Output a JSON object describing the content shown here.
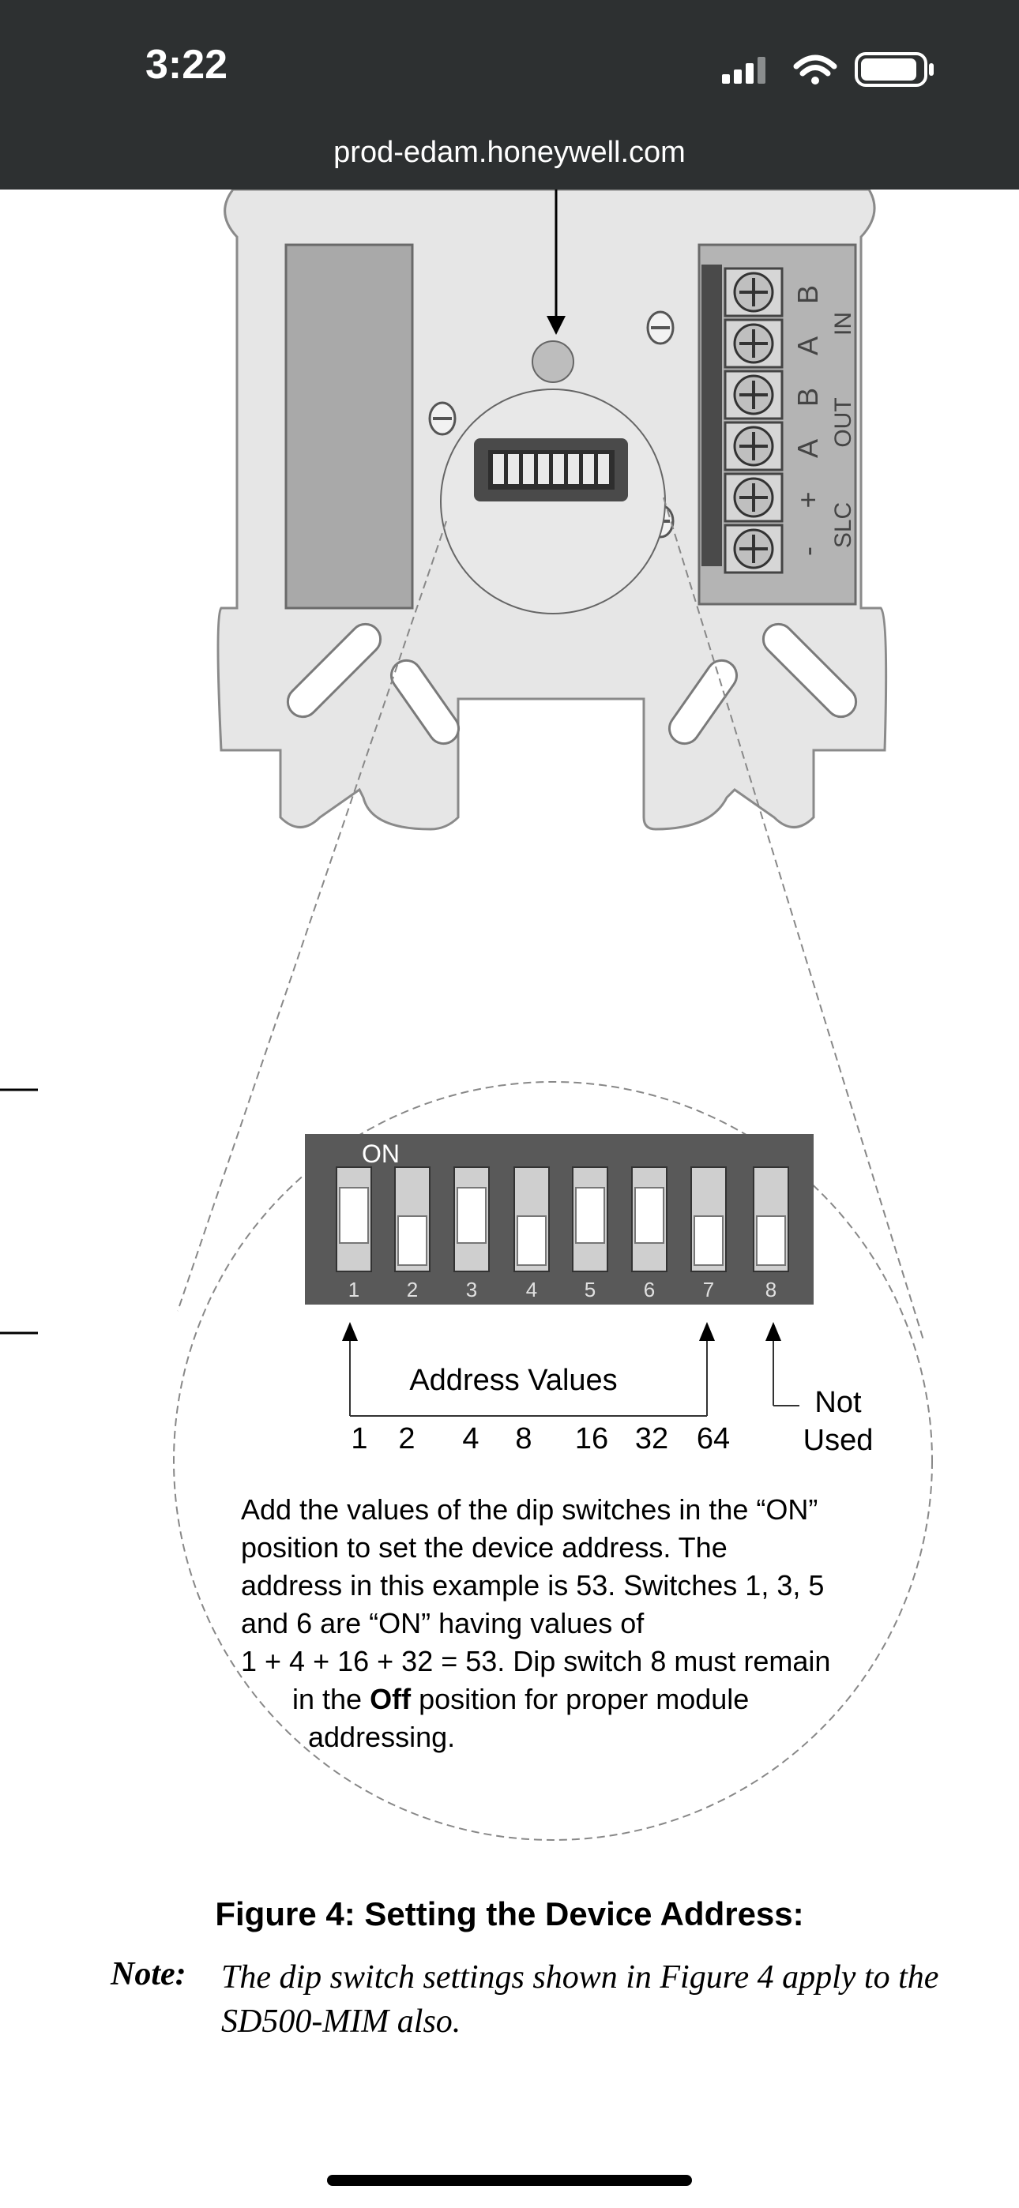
{
  "status_bar": {
    "time": "3:22",
    "signal_icon": "cellular-signal-icon",
    "wifi_icon": "wifi-icon",
    "battery_icon": "battery-icon"
  },
  "browser": {
    "url": "prod-edam.honeywell.com"
  },
  "figure": {
    "terminals": [
      "-",
      "+",
      "A",
      "B",
      "A",
      "B"
    ],
    "terminal_groups": [
      "SLC",
      "OUT",
      "IN"
    ],
    "dip_on_label": "ON",
    "switch_numbers": [
      "1",
      "2",
      "3",
      "4",
      "5",
      "6",
      "7",
      "8"
    ],
    "address_values_label": "Address Values",
    "address_values": [
      "1",
      "2",
      "4",
      "8",
      "16",
      "32",
      "64"
    ],
    "not_used_line1": "Not",
    "not_used_line2": "Used",
    "desc_lines": [
      "Add the values of the dip switches in  the “ON”",
      "position to set the device address. The",
      "address in this example is 53. Switches 1, 3, 5",
      "and 6 are “ON” having values of",
      "1 + 4 + 16 + 32 = 53. Dip switch 8 must remain"
    ],
    "desc_line6_pre": "in the ",
    "desc_line6_bold": "Off",
    "desc_line6_post": " position for proper module",
    "desc_line7": "addressing."
  },
  "caption": "Figure 4: Setting the Device Address:",
  "note": {
    "label": "Note:",
    "line1": "The dip switch settings shown in Figure 4 apply to the",
    "line2": "SD500-MIM also."
  }
}
